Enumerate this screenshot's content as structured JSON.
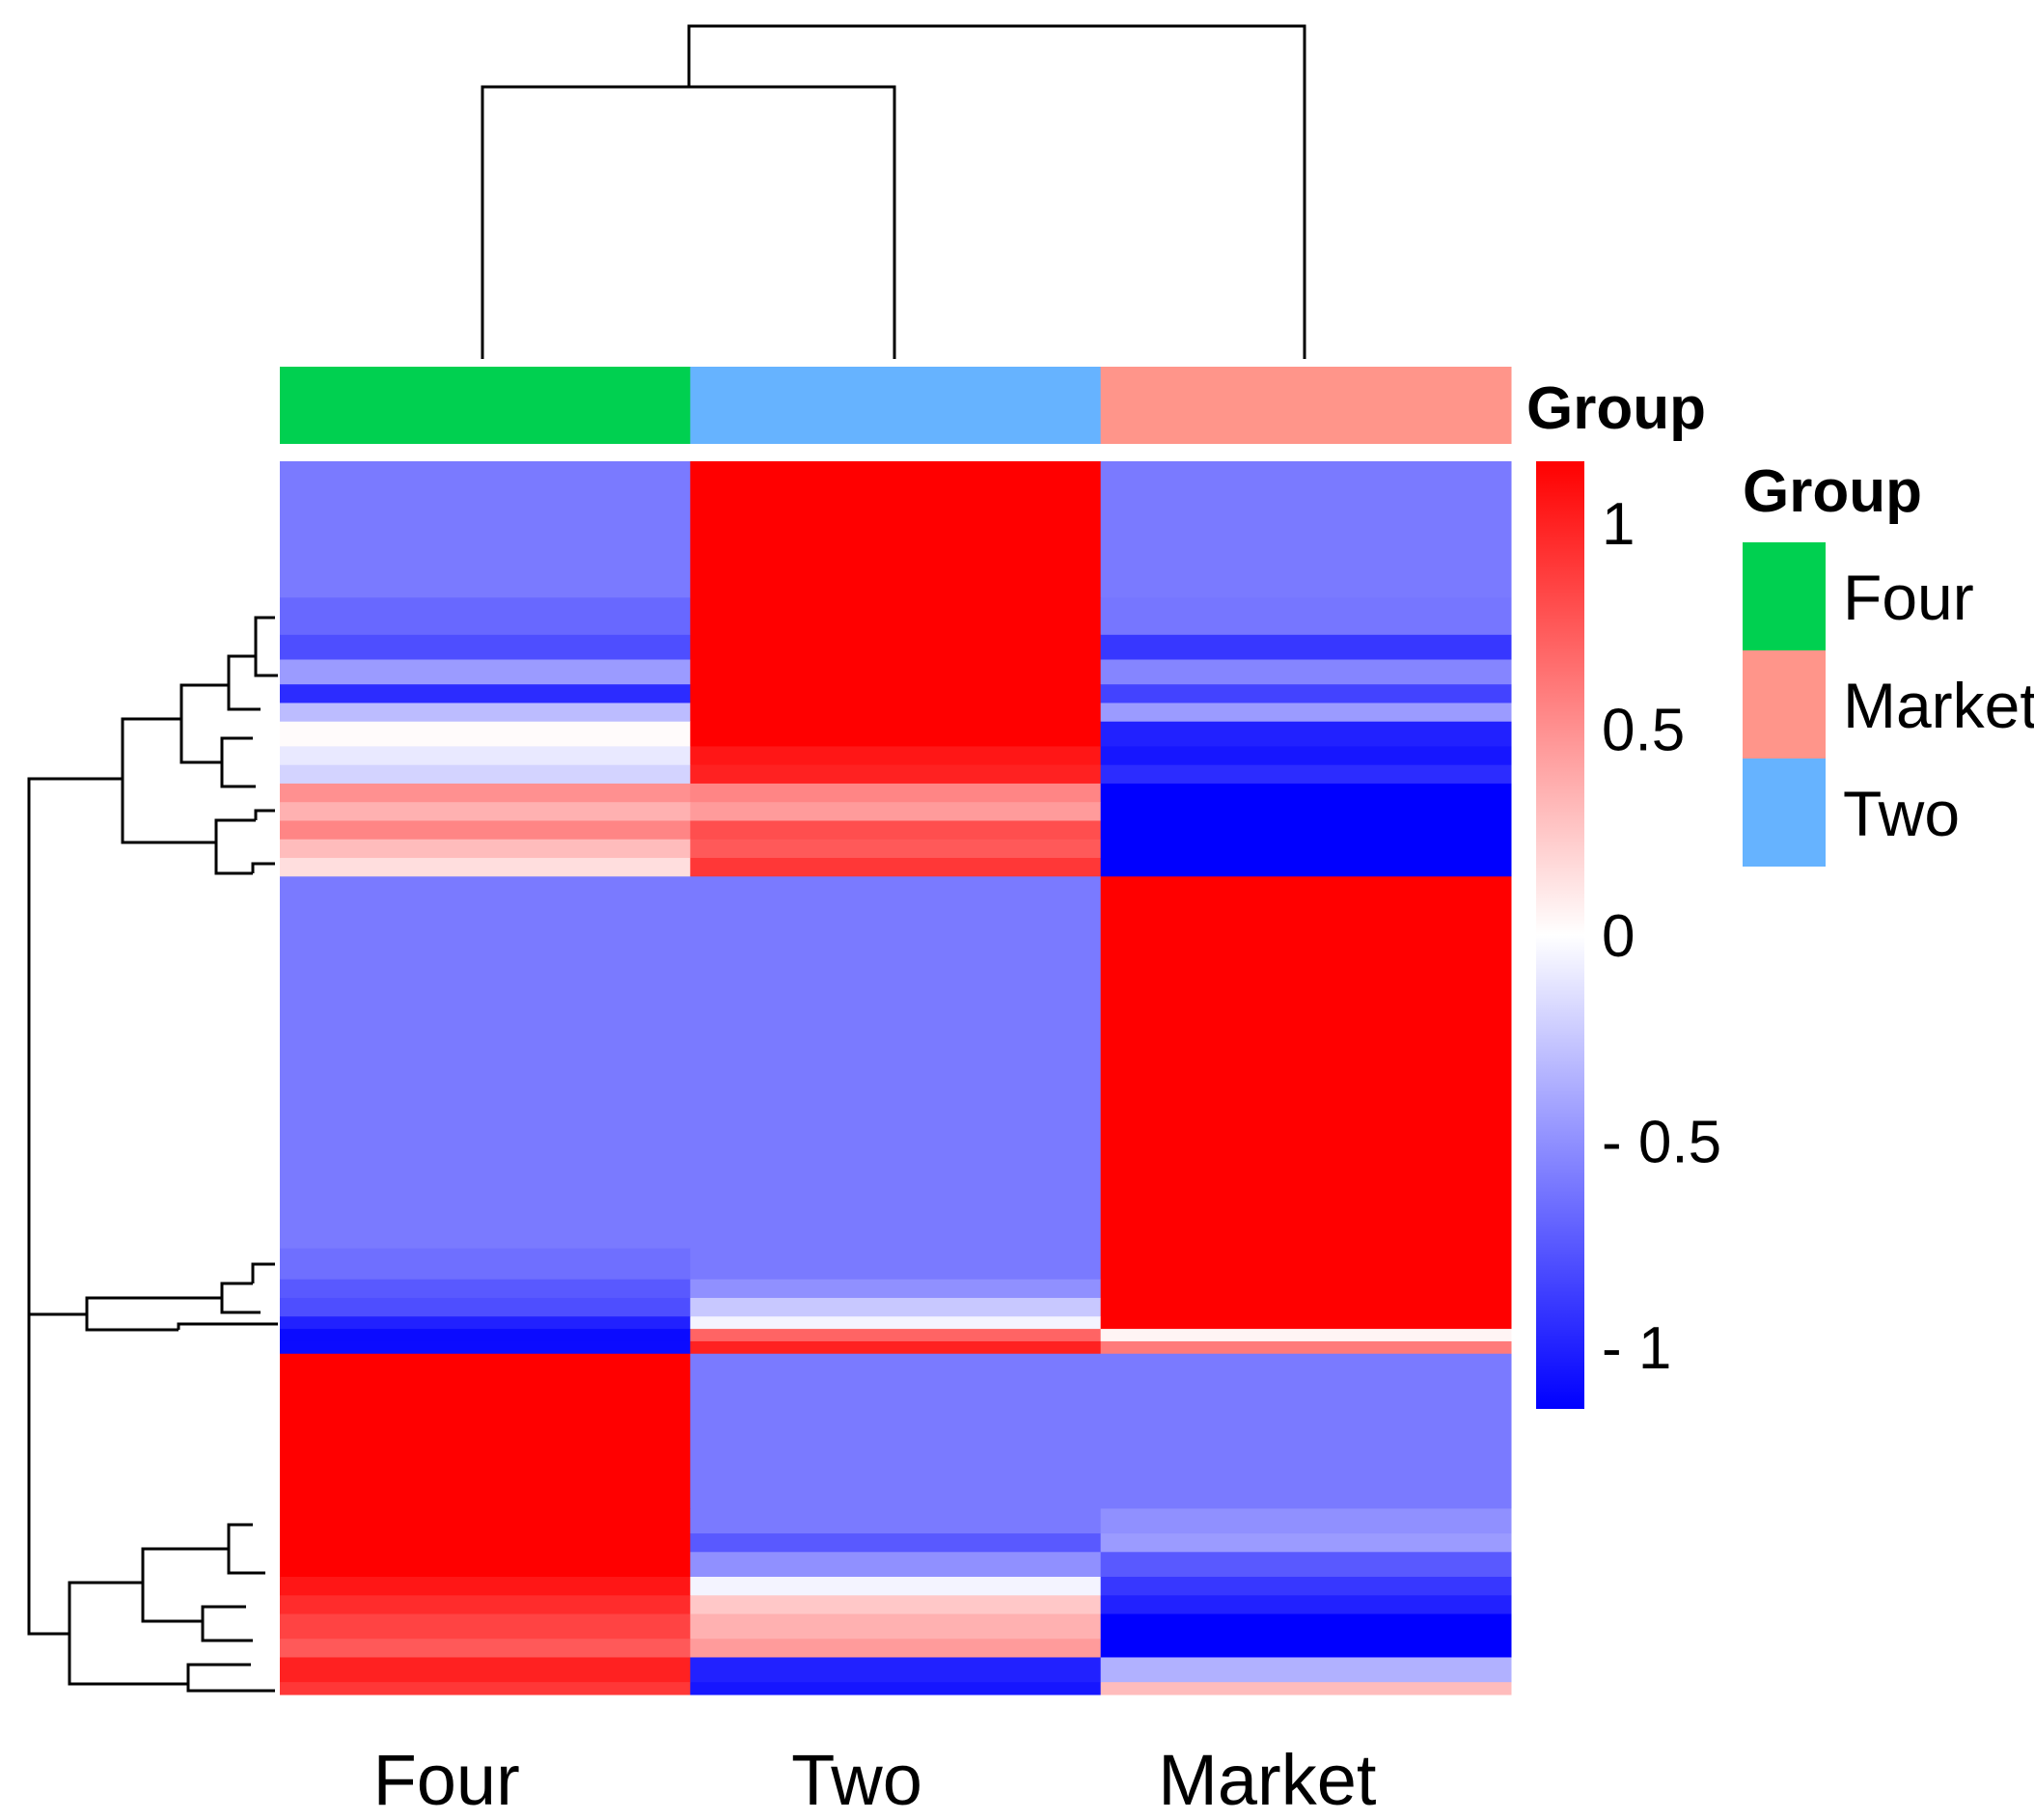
{
  "chart_data": {
    "type": "heatmap",
    "title": "",
    "columns": [
      "Four",
      "Two",
      "Market"
    ],
    "column_groups": [
      "Four",
      "Two",
      "Market"
    ],
    "group_colors": {
      "Four": "#00d050",
      "Two": "#66b3ff",
      "Market": "#ff958a"
    },
    "annotation_title": "Group",
    "legend": {
      "title": "Group",
      "items": [
        {
          "label": "Four",
          "color": "#00d050"
        },
        {
          "label": "Market",
          "color": "#ff958a"
        },
        {
          "label": "Two",
          "color": "#66b3ff"
        }
      ],
      "placement": "right"
    },
    "colorbar": {
      "range": [
        -1.15,
        1.15
      ],
      "ticks": [
        {
          "value": 1,
          "label": "1"
        },
        {
          "value": 0.5,
          "label": "0.5"
        },
        {
          "value": 0,
          "label": "0"
        },
        {
          "value": -0.5,
          "label": "- 0.5"
        },
        {
          "value": -1,
          "label": "- 1"
        }
      ],
      "low_color": "#0000ff",
      "mid_color": "#ffffff",
      "high_color": "#ff0000"
    },
    "row_blocks": [
      {
        "rows": 22,
        "values": [
          -0.6,
          1.15,
          -0.6
        ]
      },
      {
        "rows": 6,
        "values": [
          -0.68,
          1.15,
          -0.62
        ]
      },
      {
        "rows": 4,
        "values": [
          -0.8,
          1.15,
          -0.9
        ]
      },
      {
        "rows": 4,
        "values": [
          -0.45,
          1.15,
          -0.55
        ]
      },
      {
        "rows": 3,
        "values": [
          -0.95,
          1.15,
          -0.85
        ]
      },
      {
        "rows": 3,
        "values": [
          -0.3,
          1.15,
          -0.45
        ]
      },
      {
        "rows": 4,
        "values": [
          0.02,
          1.15,
          -1.0
        ]
      },
      {
        "rows": 3,
        "values": [
          -0.1,
          1.05,
          -1.05
        ]
      },
      {
        "rows": 3,
        "values": [
          -0.2,
          1.0,
          -0.95
        ]
      },
      {
        "rows": 3,
        "values": [
          0.5,
          0.55,
          -1.15
        ]
      },
      {
        "rows": 3,
        "values": [
          0.35,
          0.45,
          -1.15
        ]
      },
      {
        "rows": 3,
        "values": [
          0.55,
          0.8,
          -1.15
        ]
      },
      {
        "rows": 3,
        "values": [
          0.3,
          0.75,
          -1.15
        ]
      },
      {
        "rows": 3,
        "values": [
          0.15,
          0.9,
          -1.15
        ]
      },
      {
        "rows": 60,
        "values": [
          -0.6,
          -0.6,
          1.15
        ]
      },
      {
        "rows": 5,
        "values": [
          -0.65,
          -0.6,
          1.15
        ]
      },
      {
        "rows": 3,
        "values": [
          -0.75,
          -0.5,
          1.15
        ]
      },
      {
        "rows": 3,
        "values": [
          -0.8,
          -0.25,
          1.15
        ]
      },
      {
        "rows": 2,
        "values": [
          -1.0,
          -0.05,
          1.15
        ]
      },
      {
        "rows": 2,
        "values": [
          -1.1,
          0.7,
          0.05
        ]
      },
      {
        "rows": 2,
        "values": [
          -1.1,
          1.0,
          0.6
        ]
      },
      {
        "rows": 25,
        "values": [
          1.15,
          -0.6,
          -0.6
        ]
      },
      {
        "rows": 4,
        "values": [
          1.15,
          -0.6,
          -0.5
        ]
      },
      {
        "rows": 3,
        "values": [
          1.15,
          -0.75,
          -0.45
        ]
      },
      {
        "rows": 4,
        "values": [
          1.15,
          -0.5,
          -0.75
        ]
      },
      {
        "rows": 3,
        "values": [
          1.05,
          -0.05,
          -0.9
        ]
      },
      {
        "rows": 3,
        "values": [
          0.95,
          0.25,
          -1.0
        ]
      },
      {
        "rows": 4,
        "values": [
          0.85,
          0.35,
          -1.15
        ]
      },
      {
        "rows": 3,
        "values": [
          0.75,
          0.45,
          -1.15
        ]
      },
      {
        "rows": 4,
        "values": [
          1.0,
          -1.0,
          -0.35
        ]
      },
      {
        "rows": 2,
        "values": [
          0.9,
          -1.05,
          0.3
        ]
      }
    ]
  }
}
